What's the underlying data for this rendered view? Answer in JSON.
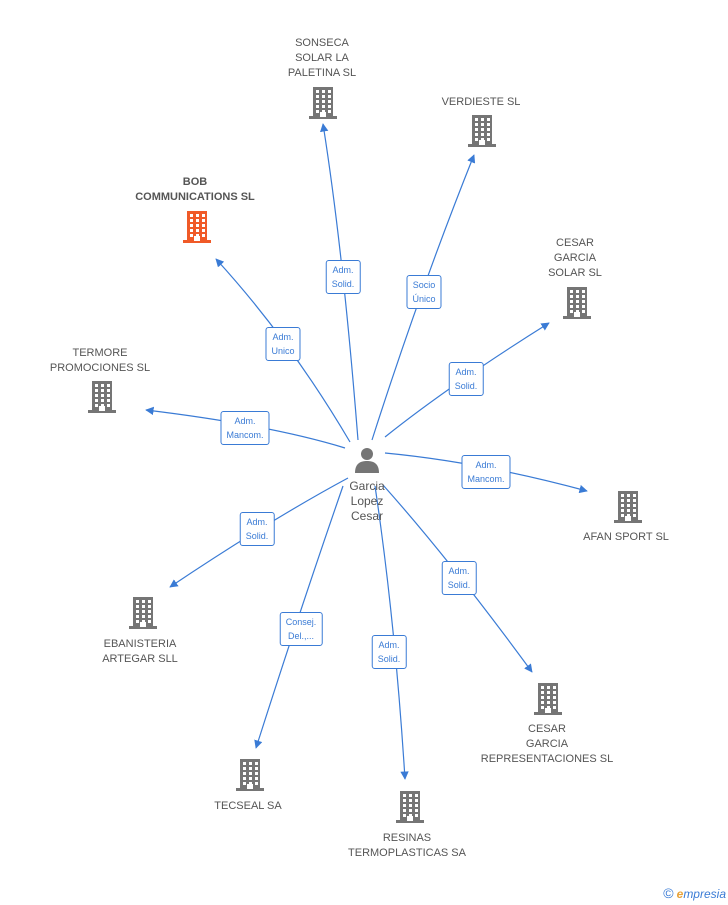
{
  "center": {
    "name_lines": [
      "Garcia",
      "Lopez",
      "Cesar"
    ],
    "icon": "person-icon"
  },
  "nodes": [
    {
      "id": "sonseca",
      "label": "SONSECA\nSOLAR LA\nPALETINA SL",
      "highlight": false,
      "icon": "building-icon"
    },
    {
      "id": "verdieste",
      "label": "VERDIESTE SL",
      "highlight": false,
      "icon": "building-icon"
    },
    {
      "id": "bob",
      "label": "BOB\nCOMMUNICATIONS SL",
      "highlight": true,
      "icon": "building-icon"
    },
    {
      "id": "cesar-solar",
      "label": "CESAR\nGARCIA\nSOLAR SL",
      "highlight": false,
      "icon": "building-icon"
    },
    {
      "id": "termore",
      "label": "TERMORE\nPROMOCIONES SL",
      "highlight": false,
      "icon": "building-icon"
    },
    {
      "id": "afan",
      "label": "AFAN SPORT SL",
      "highlight": false,
      "icon": "building-icon"
    },
    {
      "id": "ebanisteria",
      "label": "EBANISTERIA\nARTEGAR  SLL",
      "highlight": false,
      "icon": "building-icon"
    },
    {
      "id": "cesar-repr",
      "label": "CESAR\nGARCIA\nREPRESENTACIONES SL",
      "highlight": false,
      "icon": "building-icon"
    },
    {
      "id": "tecseal",
      "label": "TECSEAL SA",
      "highlight": false,
      "icon": "building-icon"
    },
    {
      "id": "resinas",
      "label": "RESINAS\nTERMOPLASTICAS SA",
      "highlight": false,
      "icon": "building-icon"
    }
  ],
  "edges": [
    {
      "to": "sonseca",
      "label": "Adm.\nSolid."
    },
    {
      "to": "verdieste",
      "label": "Socio\nÚnico"
    },
    {
      "to": "bob",
      "label": "Adm.\nUnico"
    },
    {
      "to": "cesar-solar",
      "label": "Adm.\nSolid."
    },
    {
      "to": "termore",
      "label": "Adm.\nMancom."
    },
    {
      "to": "afan",
      "label": "Adm.\nMancom."
    },
    {
      "to": "ebanisteria",
      "label": "Adm.\nSolid."
    },
    {
      "to": "cesar-repr",
      "label": "Adm.\nSolid."
    },
    {
      "to": "tecseal",
      "label": "Consej.\nDel.,..."
    },
    {
      "to": "resinas",
      "label": "Adm.\nSolid."
    }
  ],
  "colors": {
    "edge": "#3a7bd5",
    "building": "#757575",
    "building_highlight": "#f05a28",
    "person": "#757575"
  },
  "footer": {
    "copyright": "©",
    "brand_e": "e",
    "brand_rest": "mpresia"
  }
}
